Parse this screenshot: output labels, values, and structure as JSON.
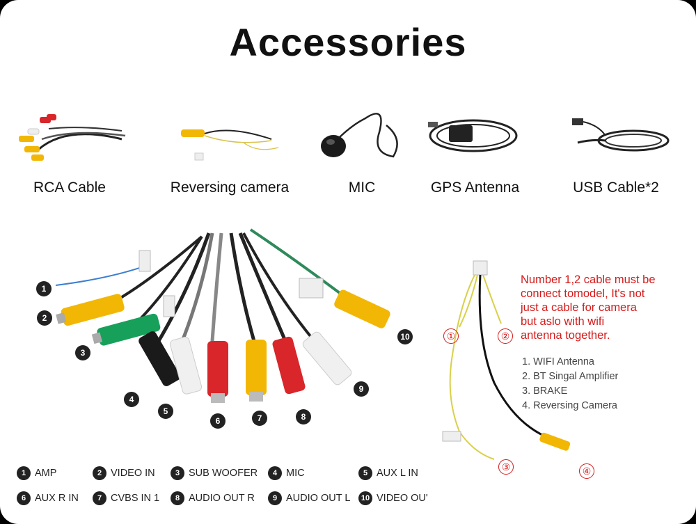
{
  "title": "Accessories",
  "accessories": [
    {
      "label": "RCA Cable"
    },
    {
      "label": "Reversing camera"
    },
    {
      "label": "MIC"
    },
    {
      "label": "GPS Antenna"
    },
    {
      "label": "USB Cable*2"
    }
  ],
  "wire_numbers": [
    "1",
    "2",
    "3",
    "4",
    "5",
    "6",
    "7",
    "8",
    "9",
    "10"
  ],
  "note": {
    "lines": [
      "Number 1,2 cable must be",
      "connect tomodel, It's not",
      "just a cable for camera",
      "but aslo with wifi",
      "antenna together."
    ]
  },
  "camera_list": [
    "1. WIFI Antenna",
    "2. BT Singal Amplifier",
    "3. BRAKE",
    "4. Reversing Camera"
  ],
  "circled_numbers": [
    "①",
    "②",
    "③",
    "④"
  ],
  "legend": [
    {
      "num": "1",
      "label": "AMP"
    },
    {
      "num": "2",
      "label": "VIDEO IN"
    },
    {
      "num": "3",
      "label": "SUB WOOFER"
    },
    {
      "num": "4",
      "label": "MIC"
    },
    {
      "num": "5",
      "label": "AUX L IN"
    },
    {
      "num": "6",
      "label": "AUX R IN"
    },
    {
      "num": "7",
      "label": "CVBS IN 1"
    },
    {
      "num": "8",
      "label": "AUDIO OUT R"
    },
    {
      "num": "9",
      "label": "AUDIO OUT L"
    },
    {
      "num": "10",
      "label": "VIDEO OU'"
    }
  ],
  "colors": {
    "note_red": "#d51a1a",
    "yellow": "#f2b705",
    "red": "#d8262a",
    "green": "#17a05a",
    "white": "#f4f4f4",
    "black": "#1a1a1a"
  }
}
